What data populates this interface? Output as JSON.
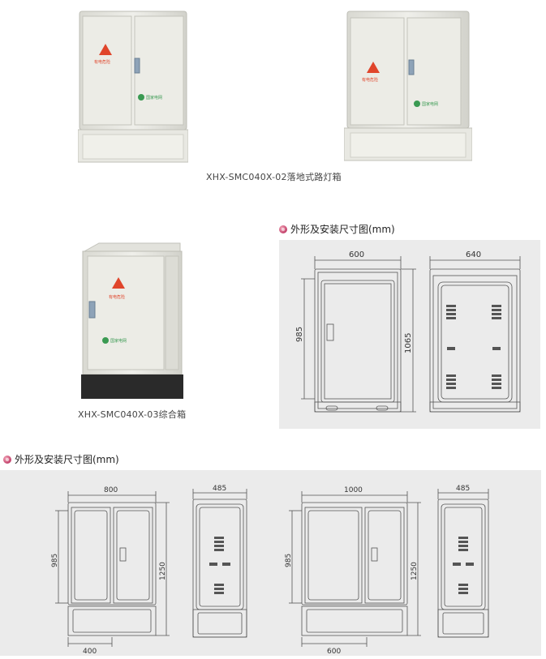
{
  "products": {
    "floor_cabinet_caption": "XHX-SMC040X-02落地式路灯箱",
    "combo_box_caption": "XHX-SMC040X-03综合箱"
  },
  "cabinet_labels": {
    "warning_text": "有电危险",
    "logo_text": "国家电网"
  },
  "section1": {
    "heading": "外形及安装尺寸图(mm)",
    "dims": {
      "front_width": "600",
      "side_width": "640",
      "door_height": "985",
      "total_height": "1065"
    }
  },
  "section2": {
    "heading": "外形及安装尺寸图(mm)",
    "dims": {
      "a_width": "800",
      "a_depth": "485",
      "a_door_height": "985",
      "a_height": "1250",
      "a_base": "400",
      "b_width": "1000",
      "b_depth": "485",
      "b_door_height": "985",
      "b_height": "1250",
      "b_base": "600"
    }
  },
  "colors": {
    "panel_bg": "#ebebeb",
    "cabinet_body": "#e6e6df",
    "warning_red": "#e0452b",
    "logo_green": "#3a9a52"
  }
}
